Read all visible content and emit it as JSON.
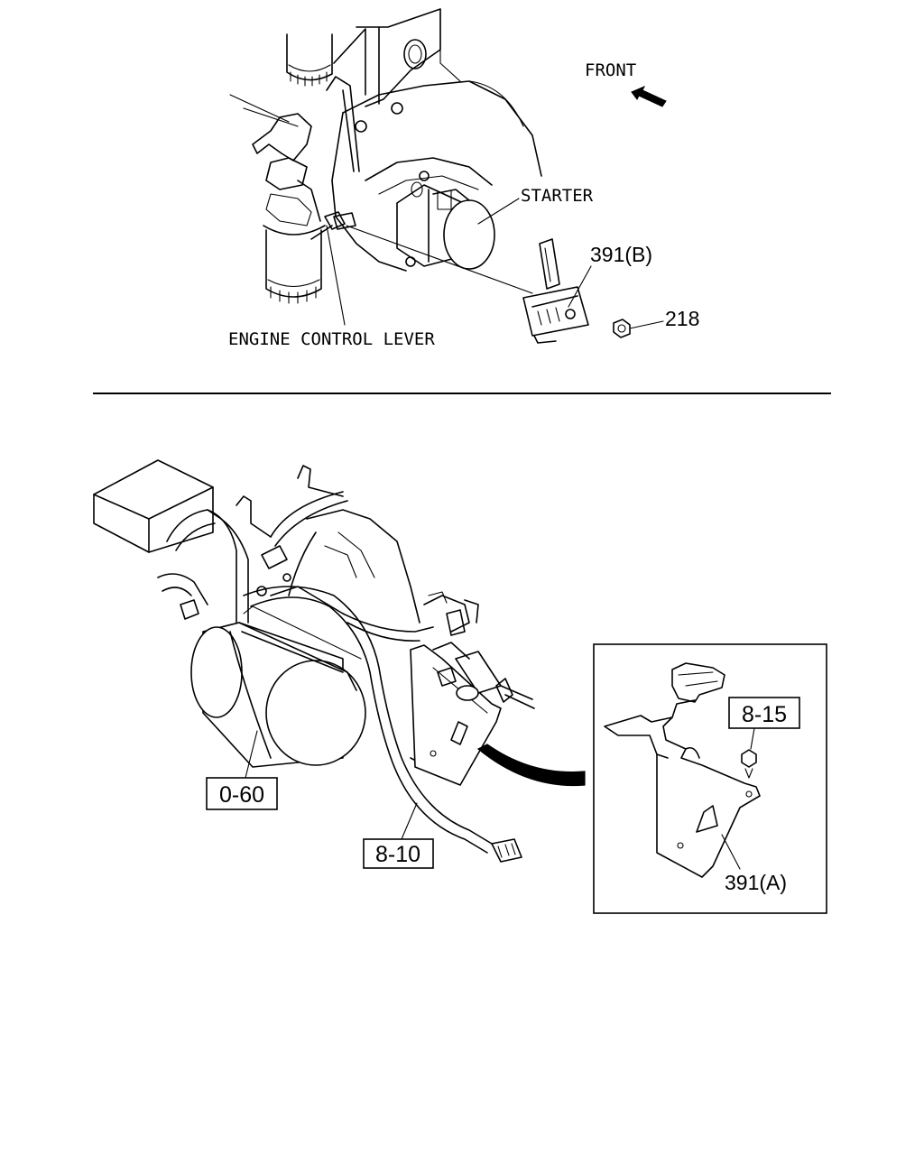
{
  "top_view": {
    "front_label": "FRONT",
    "starter_label": "STARTER",
    "engine_control_lever_label": "ENGINE CONTROL LEVER",
    "part_391b": "391(B)",
    "part_218": "218"
  },
  "bottom_view": {
    "ref_0_60": "0-60",
    "ref_8_10": "8-10"
  },
  "detail_inset": {
    "ref_8_15": "8-15",
    "part_391a": "391(A)"
  }
}
